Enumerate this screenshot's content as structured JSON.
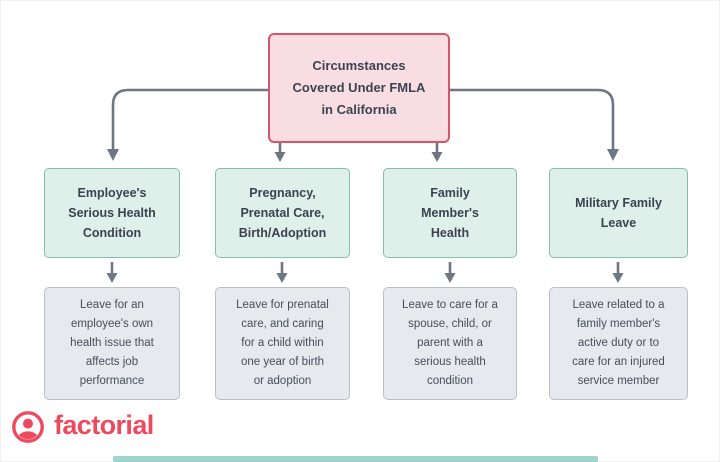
{
  "colors": {
    "root_fill": "#f8dee2",
    "root_border": "#d8556a",
    "branch_fill": "#def0e9",
    "branch_border": "#84bfae",
    "detail_fill": "#e6e9ed",
    "detail_border": "#b9c0c8",
    "connector": "#6e7683",
    "text_dark": "#3c4350",
    "text_detail": "#474e5b",
    "logo_red": "#ee4a5f",
    "progress_teal": "#4fb3a7"
  },
  "flowchart": {
    "root": {
      "label": "Circumstances\nCovered Under FMLA\nin California"
    },
    "branches": [
      {
        "label": "Employee's\nSerious Health\nCondition",
        "detail": "Leave for an\nemployee's own\nhealth issue that\naffects job\nperformance"
      },
      {
        "label": "Pregnancy,\nPrenatal Care,\nBirth/Adoption",
        "detail": "Leave for prenatal\ncare, and caring\nfor a child within\none year of birth\nor adoption"
      },
      {
        "label": "Family\nMember's\nHealth",
        "detail": "Leave to care for a\nspouse, child, or\nparent with a\nserious health\ncondition"
      },
      {
        "label": "Military Family\nLeave",
        "detail": "Leave related to a\nfamily member's\nactive duty or to\ncare for an injured\nservice member"
      }
    ]
  },
  "footer": {
    "logo_text": "factorial"
  }
}
